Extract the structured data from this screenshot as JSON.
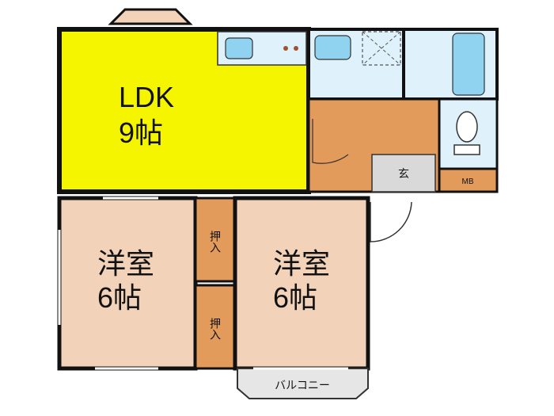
{
  "rooms": {
    "ldk": {
      "name": "LDK",
      "size": "9帖"
    },
    "western_room_1": {
      "name": "洋室",
      "size": "6帖"
    },
    "western_room_2": {
      "name": "洋室",
      "size": "6帖"
    },
    "closet_1": {
      "label": "押入"
    },
    "closet_2": {
      "label": "押入"
    },
    "entrance": {
      "label": "玄"
    },
    "meter_box": {
      "label": "MB"
    },
    "balcony": {
      "label": "バルコニー"
    }
  },
  "colors": {
    "ldk": "#f5f500",
    "tatami_rooms": "#f2d3b9",
    "closets": "#e39b5c",
    "hallway": "#e39b5c",
    "entrance": "#d9d9d9",
    "wet_area": "#dff1fb",
    "fixtures": "#8fd3f0",
    "meter_box": "#e39b5c",
    "balcony": "#e6e6e6",
    "walls": "#111111"
  }
}
